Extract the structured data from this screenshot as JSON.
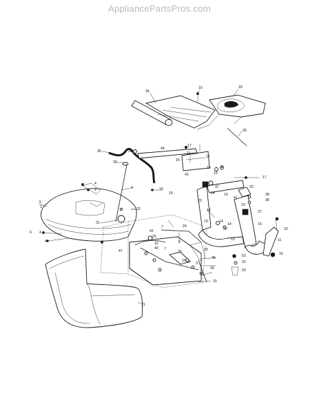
{
  "watermark": "AppliancePartsPros.com",
  "callouts": [
    {
      "id": "c34",
      "text": "34"
    },
    {
      "id": "c16a",
      "text": "16"
    },
    {
      "id": "c33",
      "text": "33"
    },
    {
      "id": "c35",
      "text": "35"
    },
    {
      "id": "c17a",
      "text": "17"
    },
    {
      "id": "c36",
      "text": "36"
    },
    {
      "id": "c18a",
      "text": "18"
    },
    {
      "id": "c44",
      "text": "44"
    },
    {
      "id": "c11a",
      "text": "11"
    },
    {
      "id": "c15a",
      "text": "15"
    },
    {
      "id": "c12",
      "text": "12"
    },
    {
      "id": "c39",
      "text": "39"
    },
    {
      "id": "c38a",
      "text": "38"
    },
    {
      "id": "c19a",
      "text": "19"
    },
    {
      "id": "c17b",
      "text": "17"
    },
    {
      "id": "c41",
      "text": "41"
    },
    {
      "id": "c37a",
      "text": "37"
    },
    {
      "id": "c20",
      "text": "20"
    },
    {
      "id": "c1",
      "text": "1"
    },
    {
      "id": "c15b",
      "text": "15"
    },
    {
      "id": "c19b",
      "text": "19"
    },
    {
      "id": "c5",
      "text": "5"
    },
    {
      "id": "c4a",
      "text": "4"
    },
    {
      "id": "c9",
      "text": "9"
    },
    {
      "id": "c32",
      "text": "32"
    },
    {
      "id": "c31a",
      "text": "31"
    },
    {
      "id": "c7a",
      "text": "7"
    },
    {
      "id": "c24",
      "text": "24"
    },
    {
      "id": "c8",
      "text": "8"
    },
    {
      "id": "c42",
      "text": "42"
    },
    {
      "id": "c25",
      "text": "25"
    },
    {
      "id": "c13",
      "text": "13"
    },
    {
      "id": "c14a",
      "text": "14"
    },
    {
      "id": "c23",
      "text": "23"
    },
    {
      "id": "c19c",
      "text": "19"
    },
    {
      "id": "c38b",
      "text": "38"
    },
    {
      "id": "c38c",
      "text": "38"
    },
    {
      "id": "c41b",
      "text": "41"
    },
    {
      "id": "c37b",
      "text": "37"
    },
    {
      "id": "c14b",
      "text": "14"
    },
    {
      "id": "c30",
      "text": "30"
    },
    {
      "id": "c15c",
      "text": "15"
    },
    {
      "id": "c10",
      "text": "10"
    },
    {
      "id": "c11b",
      "text": "11"
    },
    {
      "id": "c16b",
      "text": "16"
    },
    {
      "id": "c6",
      "text": "6"
    },
    {
      "id": "c4b",
      "text": "4"
    },
    {
      "id": "c4c",
      "text": "4"
    },
    {
      "id": "c47",
      "text": "47"
    },
    {
      "id": "c7b",
      "text": "7"
    },
    {
      "id": "c15d",
      "text": "15"
    },
    {
      "id": "c22",
      "text": "22"
    },
    {
      "id": "c29",
      "text": "29"
    },
    {
      "id": "c3",
      "text": "3"
    },
    {
      "id": "c45",
      "text": "45"
    },
    {
      "id": "c26",
      "text": "26"
    },
    {
      "id": "c48",
      "text": "48"
    },
    {
      "id": "c15e",
      "text": "15"
    },
    {
      "id": "c53a",
      "text": "53"
    },
    {
      "id": "c31b",
      "text": "31"
    },
    {
      "id": "c53b",
      "text": "53"
    },
    {
      "id": "c21",
      "text": "21"
    },
    {
      "id": "c2",
      "text": "2"
    },
    {
      "id": "c15f",
      "text": "15"
    },
    {
      "id": "c49",
      "text": "49"
    },
    {
      "id": "c18b",
      "text": "18"
    },
    {
      "id": "c19d",
      "text": "19"
    },
    {
      "id": "c14c",
      "text": "14"
    },
    {
      "id": "c19e",
      "text": "19"
    },
    {
      "id": "c15g",
      "text": "15"
    }
  ]
}
